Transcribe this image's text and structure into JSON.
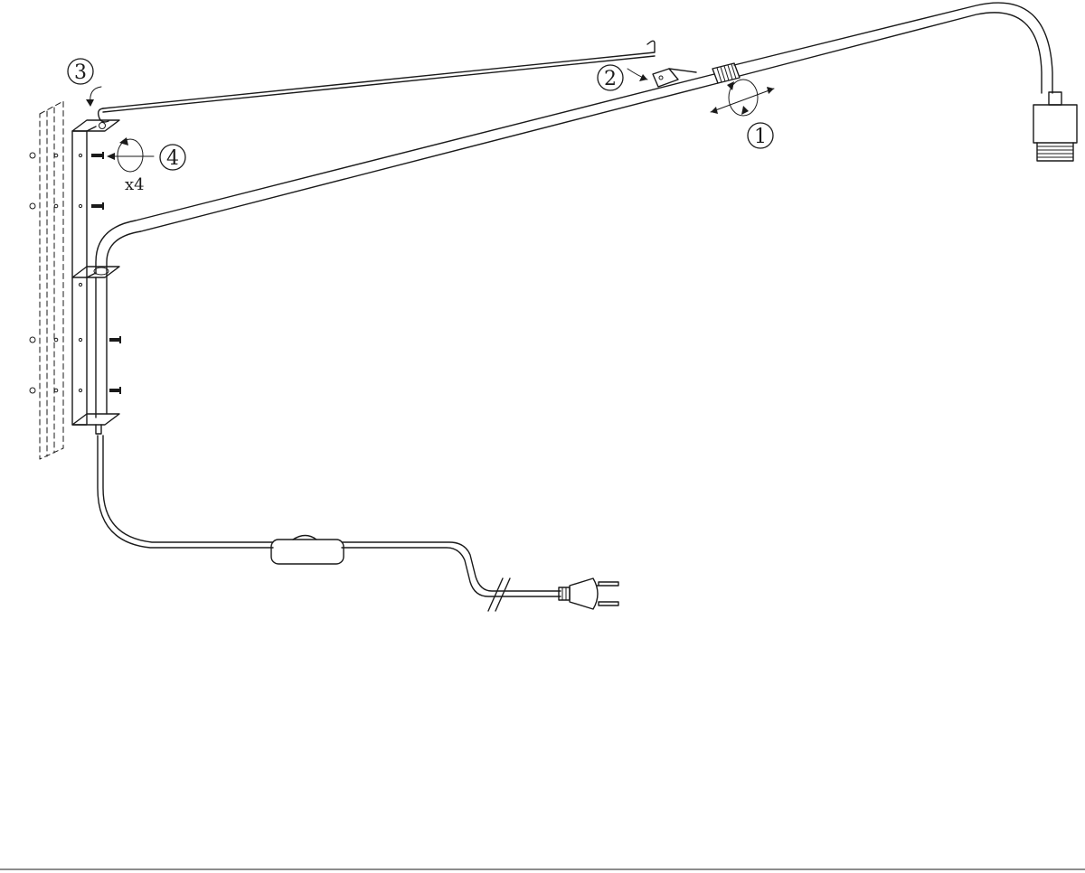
{
  "steps": [
    {
      "id": "step-1",
      "number": "1"
    },
    {
      "id": "step-2",
      "number": "2"
    },
    {
      "id": "step-3",
      "number": "3"
    },
    {
      "id": "step-4",
      "number": "4"
    }
  ],
  "screw_quantity": "x4",
  "icons": {
    "wall": "wall-plate-dashed",
    "bracket": "mounting-bracket-icon",
    "arm": "swing-arm-icon",
    "rod": "support-rod-icon",
    "socket": "lamp-socket-icon",
    "switch": "inline-switch-icon",
    "plug": "euro-plug-icon",
    "screw": "screw-icon",
    "rotate": "rotate-arrow-icon"
  },
  "colors": {
    "line": "#1a1a1a",
    "background": "#ffffff"
  }
}
